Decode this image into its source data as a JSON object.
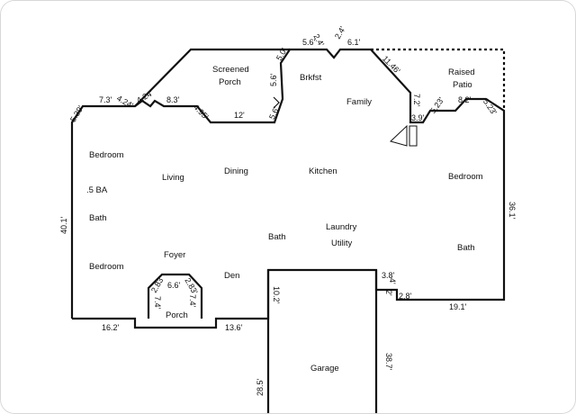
{
  "rooms": {
    "screened_porch": [
      "Screened",
      "Porch"
    ],
    "brkfst": "Brkfst",
    "raised_patio": [
      "Raised",
      "Patio"
    ],
    "family": "Family",
    "bedroom_left_top": "Bedroom",
    "living": "Living",
    "dining": "Dining",
    "kitchen": "Kitchen",
    "bedroom_right": "Bedroom",
    "half_bath": ".5 BA",
    "bath_left": "Bath",
    "bath_center": "Bath",
    "laundry": "Laundry",
    "utility": "Utility",
    "bath_right": "Bath",
    "foyer": "Foyer",
    "bedroom_left_bottom": "Bedroom",
    "den": "Den",
    "porch": "Porch",
    "garage": "Garage"
  },
  "dimensions": {
    "d_5_6": "5.6'",
    "d_2_4a": "2.4'",
    "d_2_4b": "2.4'",
    "d_6_1": "6.1'",
    "d_5_0": "5.0'",
    "d_11_46": "11.46'",
    "d_5_6_vert": "5.6'",
    "d_5_6_b": "5.6'",
    "d_12": "12'",
    "d_4_95": "4.95'",
    "d_8_3": "8.3'",
    "d_4_24a": "4.24'",
    "d_4_24b": "4.24'",
    "d_7_3": "7.3'",
    "d_5_39": "5.39'",
    "d_7_2": "7.2'",
    "d_3_9": "3.9'",
    "d_5_23a": "5.23'",
    "d_8_2": "8.2'",
    "d_5_23b": "5.23'",
    "d_40_1": "40.1'",
    "d_36_1": "36.1'",
    "d_16_2": "16.2'",
    "d_13_6": "13.6'",
    "d_2_83a": "2.83'",
    "d_6_6": "6.6'",
    "d_2_83b": "2.83'",
    "d_7_4a": "7.4'",
    "d_7_4b": "7.4'",
    "d_10_2": "10.2'",
    "d_3_8": "3.8'",
    "d_4": "4'",
    "d_2": "2'",
    "d_2_8": "2.8'",
    "d_19_1": "19.1'",
    "d_38_7": "38.7'",
    "d_28_5": "28.5'"
  }
}
